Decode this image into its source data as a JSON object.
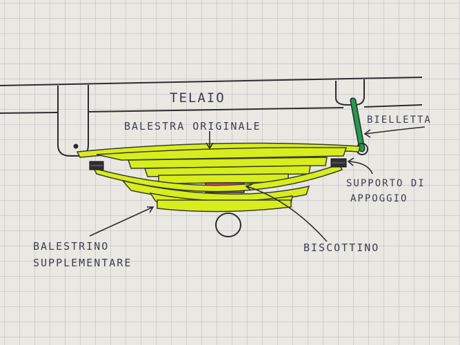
{
  "labels": {
    "telaio": "TELAIO",
    "balestra_originale": "BALESTRA ORIGINALE",
    "bielletta": "BIELLETTA",
    "supporto_line1": "SUPPORTO DI",
    "supporto_line2": "APPOGGIO",
    "biscottino": "BISCOTTINO",
    "balestrino_line1": "BALESTRINO",
    "balestrino_line2": "SUPPLEMENTARE"
  },
  "colors": {
    "paper": "#e9e8e3",
    "grid": "#b6b6bd",
    "ink": "#2b2b2e",
    "leaf": "#d7ee1c",
    "bielletta": "#1f9e4e",
    "biscottino": "#e8457a"
  }
}
